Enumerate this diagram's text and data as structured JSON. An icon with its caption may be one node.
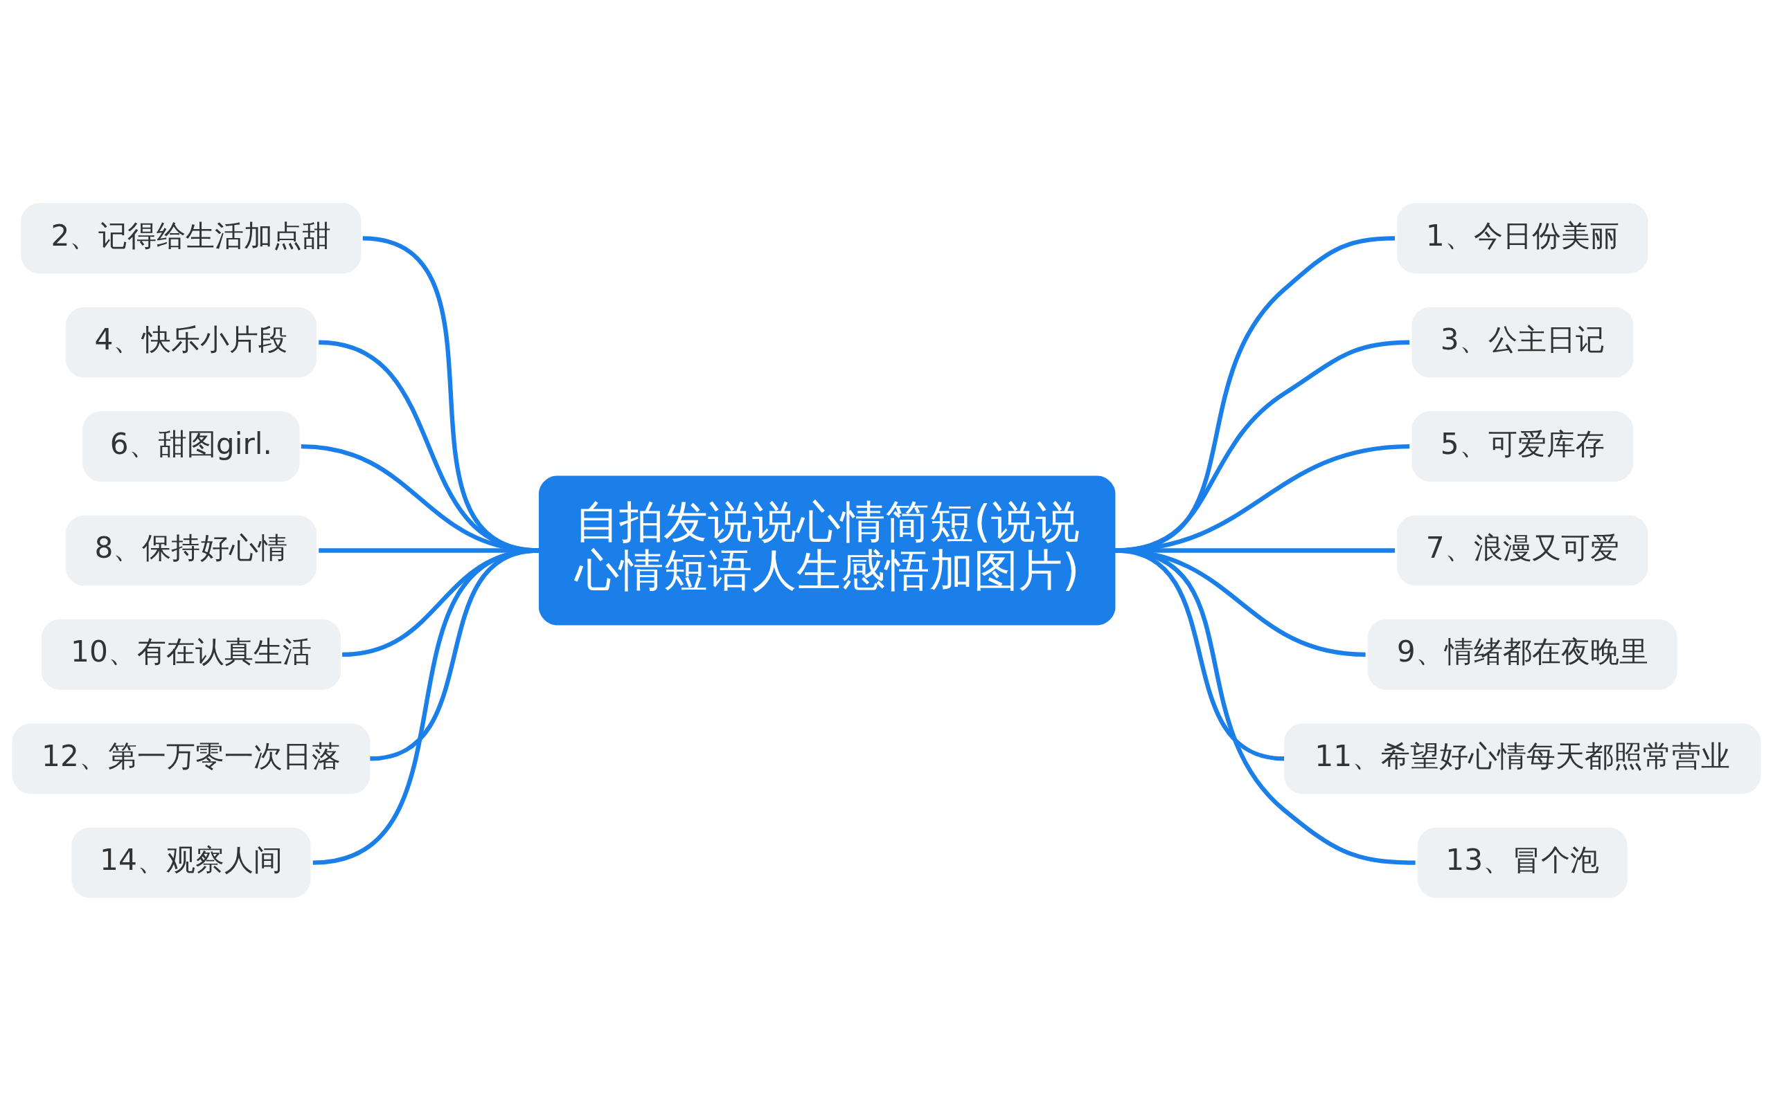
{
  "diagram": {
    "nodes": [
      {
        "text": [
          "自拍发说说心情简短(说说心情短语人生感悟加图片)"
        ]
      },
      {
        "text": [
          "1、今日份美丽"
        ]
      },
      {
        "text": [
          "2、记得给生活加点甜"
        ]
      },
      {
        "text": [
          "3、公主日记"
        ]
      },
      {
        "text": [
          "4、快乐小片段"
        ]
      },
      {
        "text": [
          "5、可爱库存"
        ]
      },
      {
        "text": [
          "6、甜图girl."
        ]
      },
      {
        "text": [
          "7、浪漫又可爱"
        ]
      },
      {
        "text": [
          "8、保持好心情"
        ]
      },
      {
        "text": [
          "9、情绪都在夜晚里"
        ]
      },
      {
        "text": [
          "10、有在认真生活"
        ]
      },
      {
        "text": [
          "11、希望好心情每天都照常营业"
        ]
      },
      {
        "text": [
          "12、第一万零一次日落"
        ]
      },
      {
        "text": [
          "13、冒个泡"
        ]
      },
      {
        "text": [
          "14、观察人间"
        ]
      }
    ],
    "edges": [
      {
        "from": 0,
        "to": 1,
        "arrow": "none"
      },
      {
        "from": 0,
        "to": 2,
        "arrow": "none"
      },
      {
        "from": 0,
        "to": 3,
        "arrow": "none"
      },
      {
        "from": 0,
        "to": 4,
        "arrow": "none"
      },
      {
        "from": 0,
        "to": 5,
        "arrow": "none"
      },
      {
        "from": 0,
        "to": 6,
        "arrow": "none"
      },
      {
        "from": 0,
        "to": 7,
        "arrow": "none"
      },
      {
        "from": 0,
        "to": 8,
        "arrow": "none"
      },
      {
        "from": 0,
        "to": 9,
        "arrow": "none"
      },
      {
        "from": 0,
        "to": 10,
        "arrow": "none"
      },
      {
        "from": 0,
        "to": 11,
        "arrow": "none"
      },
      {
        "from": 0,
        "to": 12,
        "arrow": "none"
      },
      {
        "from": 0,
        "to": 13,
        "arrow": "none"
      },
      {
        "from": 0,
        "to": 14,
        "arrow": "none"
      }
    ]
  }
}
